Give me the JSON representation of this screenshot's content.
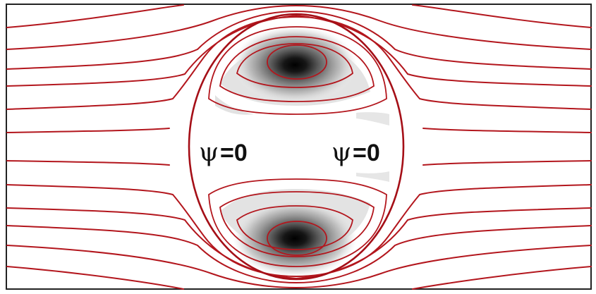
{
  "figure": {
    "labels": {
      "left": {
        "symbol": "ψ",
        "text": "=0"
      },
      "right": {
        "symbol": "ψ",
        "text": "=0"
      }
    }
  },
  "colors": {
    "background": "#ffffff",
    "streamline": "#b3161d",
    "separatrix": "#a50f17",
    "vortex_core": "#0a0a0a",
    "vortex_halo": "#d9d9d9",
    "frame": "#222222"
  }
}
